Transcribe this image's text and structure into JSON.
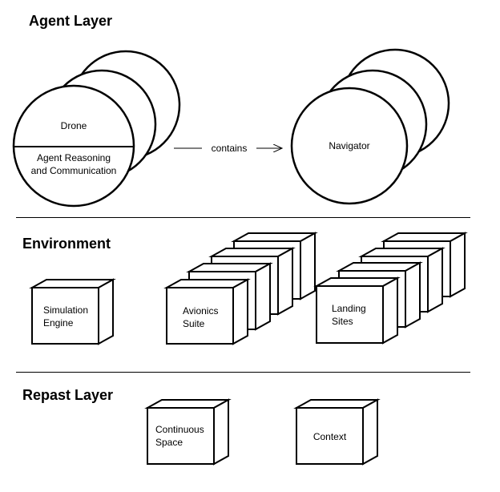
{
  "layers": {
    "agent": {
      "title": "Agent Layer",
      "drone_label": "Drone",
      "drone_sub_line1": "Agent Reasoning",
      "drone_sub_line2": "and Communication",
      "relation": "contains",
      "navigator_label": "Navigator"
    },
    "environment": {
      "title": "Environment",
      "sim_line1": "Simulation",
      "sim_line2": "Engine",
      "avionics_line1": "Avionics",
      "avionics_line2": "Suite",
      "landing_line1": "Landing",
      "landing_line2": "Sites"
    },
    "repast": {
      "title": "Repast Layer",
      "space_line1": "Continuous",
      "space_line2": "Space",
      "context_label": "Context"
    }
  },
  "colors": {
    "stroke": "#000000",
    "fill": "#ffffff"
  }
}
